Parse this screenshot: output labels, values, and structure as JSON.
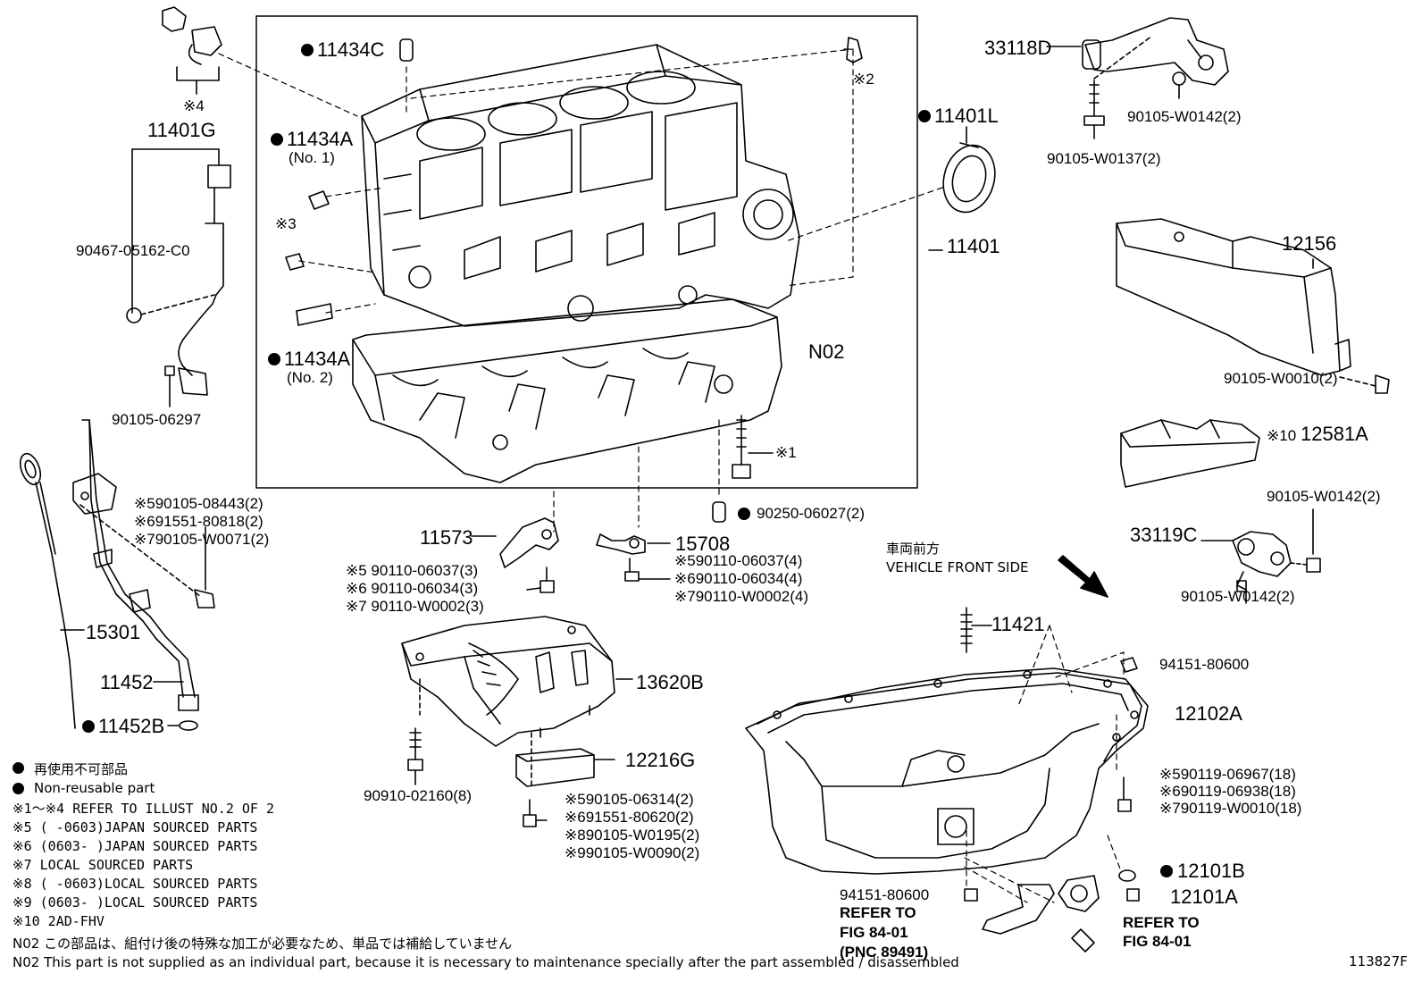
{
  "diagram_id": "113827F",
  "labels": {
    "p11434C": "11434C",
    "x2": "※2",
    "p11434A_no1": "11434A",
    "no1": "(No. 1)",
    "x3": "※3",
    "p11434A_no2": "11434A",
    "no2": "(No. 2)",
    "x4": "※4",
    "p11401G": "11401G",
    "p90467": "90467-05162-C0",
    "p90105_06297": "90105-06297",
    "p11401L": "11401L",
    "p11401": "11401",
    "pN02": "N02",
    "x1": "※1",
    "p90250": "90250-06027(2)",
    "p33118D": "33118D",
    "p90105_W0142_top": "90105-W0142(2)",
    "p90105_W0137": "90105-W0137(2)",
    "p12156": "12156",
    "p90105_W0010": "90105-W0010(2)",
    "x10_12581A": "※10",
    "p12581A": "12581A",
    "p90105_W0142_mid": "90105-W0142(2)",
    "p33119C": "33119C",
    "p90105_W0142_bot": "90105-W0142(2)",
    "front_jp": "車両前方",
    "front_en": "VEHICLE FRONT SIDE",
    "p11421": "11421",
    "p94151_top": "94151-80600",
    "p12102A": "12102A",
    "pan_b1": "※590119-06967(18)",
    "pan_b2": "※690119-06938(18)",
    "pan_b3": "※790119-W0010(18)",
    "p12101B": "12101B",
    "p12101A": "12101A",
    "refer_right_1": "REFER TO",
    "refer_right_2": "FIG 84-01",
    "p94151_bot": "94151-80600",
    "refer_left_1": "REFER TO",
    "refer_left_2": "FIG 84-01",
    "refer_left_3": "(PNC 89491)",
    "p11573": "11573",
    "s11573_1": "※5 90110-06037(3)",
    "s11573_2": "※6 90110-06034(3)",
    "s11573_3": "※7 90110-W0002(3)",
    "p15708": "15708",
    "s15708_1": "※590110-06037(4)",
    "s15708_2": "※690110-06034(4)",
    "s15708_3": "※790110-W0002(4)",
    "gauge_b1": "※590105-08443(2)",
    "gauge_b2": "※691551-80818(2)",
    "gauge_b3": "※790105-W0071(2)",
    "p15301": "15301",
    "p11452": "11452",
    "p11452B": "11452B",
    "p13620B": "13620B",
    "p12216G": "12216G",
    "p90910": "90910-02160(8)",
    "s12216_1": "※590105-06314(2)",
    "s12216_2": "※691551-80620(2)",
    "s12216_3": "※890105-W0195(2)",
    "s12216_4": "※990105-W0090(2)"
  },
  "legend": {
    "nonreusable_jp": "再使用不可部品",
    "nonreusable_en": "Non-reusable part",
    "notes": [
      "※1〜※4 REFER TO ILLUST NO.2 OF 2",
      "※5 (    -0603)JAPAN SOURCED PARTS",
      "※6 (0603-    )JAPAN SOURCED PARTS",
      "※7 LOCAL SOURCED PARTS",
      "※8 (    -0603)LOCAL SOURCED PARTS",
      "※9 (0603-    )LOCAL SOURCED PARTS",
      "※10 2AD-FHV"
    ],
    "n02_jp": "N02  この部品は、組付け後の特殊な加工が必要なため、単品では補給していません",
    "n02_en": "N02  This part is not supplied as an individual part, because it is necessary to maintenance specially after the part assembled / disassembled"
  }
}
